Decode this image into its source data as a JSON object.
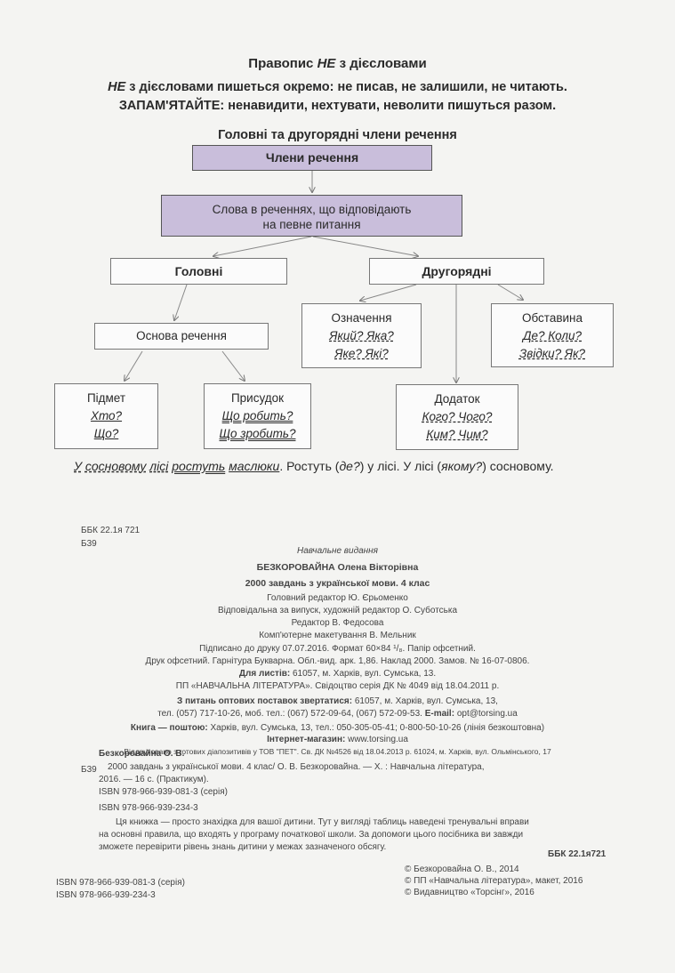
{
  "heading": {
    "title_pre": "Правопис ",
    "title_ne": "НЕ",
    "title_post": " з дієсловами",
    "rule1_ne": "НЕ",
    "rule1_text": " з дієсловами пишеться окремо: не писав, не залишили, не читають.",
    "rule2": "ЗАПАМ'ЯТАЙТЕ: ненавидити, нехтувати, неволити пишуться разом."
  },
  "diagram": {
    "title": "Головні та другорядні члени речення",
    "root": "Члени речення",
    "definition_line1": "Слова в реченнях, що відповідають",
    "definition_line2": "на певне питання",
    "main": "Головні",
    "secondary": "Другорядні",
    "basis": "Основа речення",
    "subject": {
      "label": "Підмет",
      "q1": "Хто?",
      "q2": "Що?"
    },
    "predicate": {
      "label": "Присудок",
      "q1": "Що робить?",
      "q2": "Що зробить?"
    },
    "attribute": {
      "label": "Означення",
      "q1": "Який? Яка?",
      "q2": "Яке? Які?"
    },
    "object": {
      "label": "Додаток",
      "q1": "Кого? Чого?",
      "q2": "Ким? Чим?"
    },
    "adverbial": {
      "label": "Обставина",
      "q1": "Де? Коли?",
      "q2": "Звідки? Як?"
    }
  },
  "example": {
    "w1": "У",
    "w2": "сосновому",
    "w3": "лісі",
    "w4": "ростуть",
    "w5": "маслюки",
    "rest1": ". Ростуть (",
    "q1": "де?",
    "rest2": ") у лісі. У лісі (",
    "q2": "якому?",
    "rest3": ") сосновому."
  },
  "imprint": {
    "bbk_top": "ББК  22.1я 721",
    "b39_top": "Б39",
    "edition_type": "Навчальне видання",
    "author": "БЕЗКОРОВАЙНА Олена Вікторівна",
    "book_title": "2000 завдань з української мови. 4 клас",
    "editor": "Головний редактор Ю. Єрьоменко",
    "art_editor": "Відповідальна за випуск, художній редактор О. Суботська",
    "redactor": "Редактор В. Федосова",
    "layout": "Комп'ютерне макетування В. Мельник",
    "signed": "Підписано до друку 07.07.2016. Формат 60×84 ¹/₈. Папір офсетний.",
    "print": "Друк офсетний. Гарнітура Букварна. Обл.-вид. арк. 1,86. Наклад 2000. Замов. № 16-07-0806.",
    "letters_label": "Для листів:",
    "letters": " 61057, м. Харків, вул. Сумська, 13.",
    "publisher": "ПП «НАВЧАЛЬНА ЛІТЕРАТУРА». Свідоцтво серія ДК № 4049 від 18.04.2011 р.",
    "wholesale_label": "З питань оптових поставок звертатися:",
    "wholesale": " 61057, м. Харків, вул. Сумська, 13,",
    "phones": "тел. (057) 717-10-26, моб. тел.: (067) 572-09-64, (067) 572-09-53.",
    "email_label": "E-mail:",
    "email": " opt@torsing.ua",
    "post_label": "Книга — поштою:",
    "post": " Харків, вул. Сумська, 13, тел.: 050-305-05-41; 0-800-50-10-26 (лінія безкоштовна)",
    "shop_label": "Інтернет-магазин:",
    "shop": " www.torsing.ua",
    "printed": "Віддруковано з готових діапозитивів у ТОВ \"ПЕТ\". Св. ДК №4526 від 18.04.2013 р. 61024, м. Харків, вул. Ольмінського, 17",
    "b39": "Б39",
    "cat_author": "Безкоровайна О. В.",
    "cat_line1": "2000 завдань з української мови. 4 клас/ О. В. Безкоровайна. — Х. : Навчальна література,",
    "cat_line2": "2016. — 16 с. (Практикум).",
    "isbn_series": "ISBN 978-966-939-081-3 (серія)",
    "isbn": "ISBN 978-966-939-234-3",
    "desc1": "Ця книжка — просто знахідка для вашої дитини. Тут у вигляді таблиць наведені тренувальні вправи",
    "desc2": "на основні правила, що входять у програму початкової школи. За допомоги цього посібника  ви  завжди",
    "desc3": "зможете  перевірити рівень  знань дитини у межах зазначеного обсягу.",
    "bbk_bottom": "ББК 22.1я721",
    "copy1": "© Безкоровайна О. В., 2014",
    "copy2": "© ПП «Навчальна література», макет, 2016",
    "copy3": "© Видавництво «Торсінг», 2016",
    "isbn_series_b": "ISBN 978-966-939-081-3 (серія)",
    "isbn_b": "ISBN 978-966-939-234-3"
  }
}
